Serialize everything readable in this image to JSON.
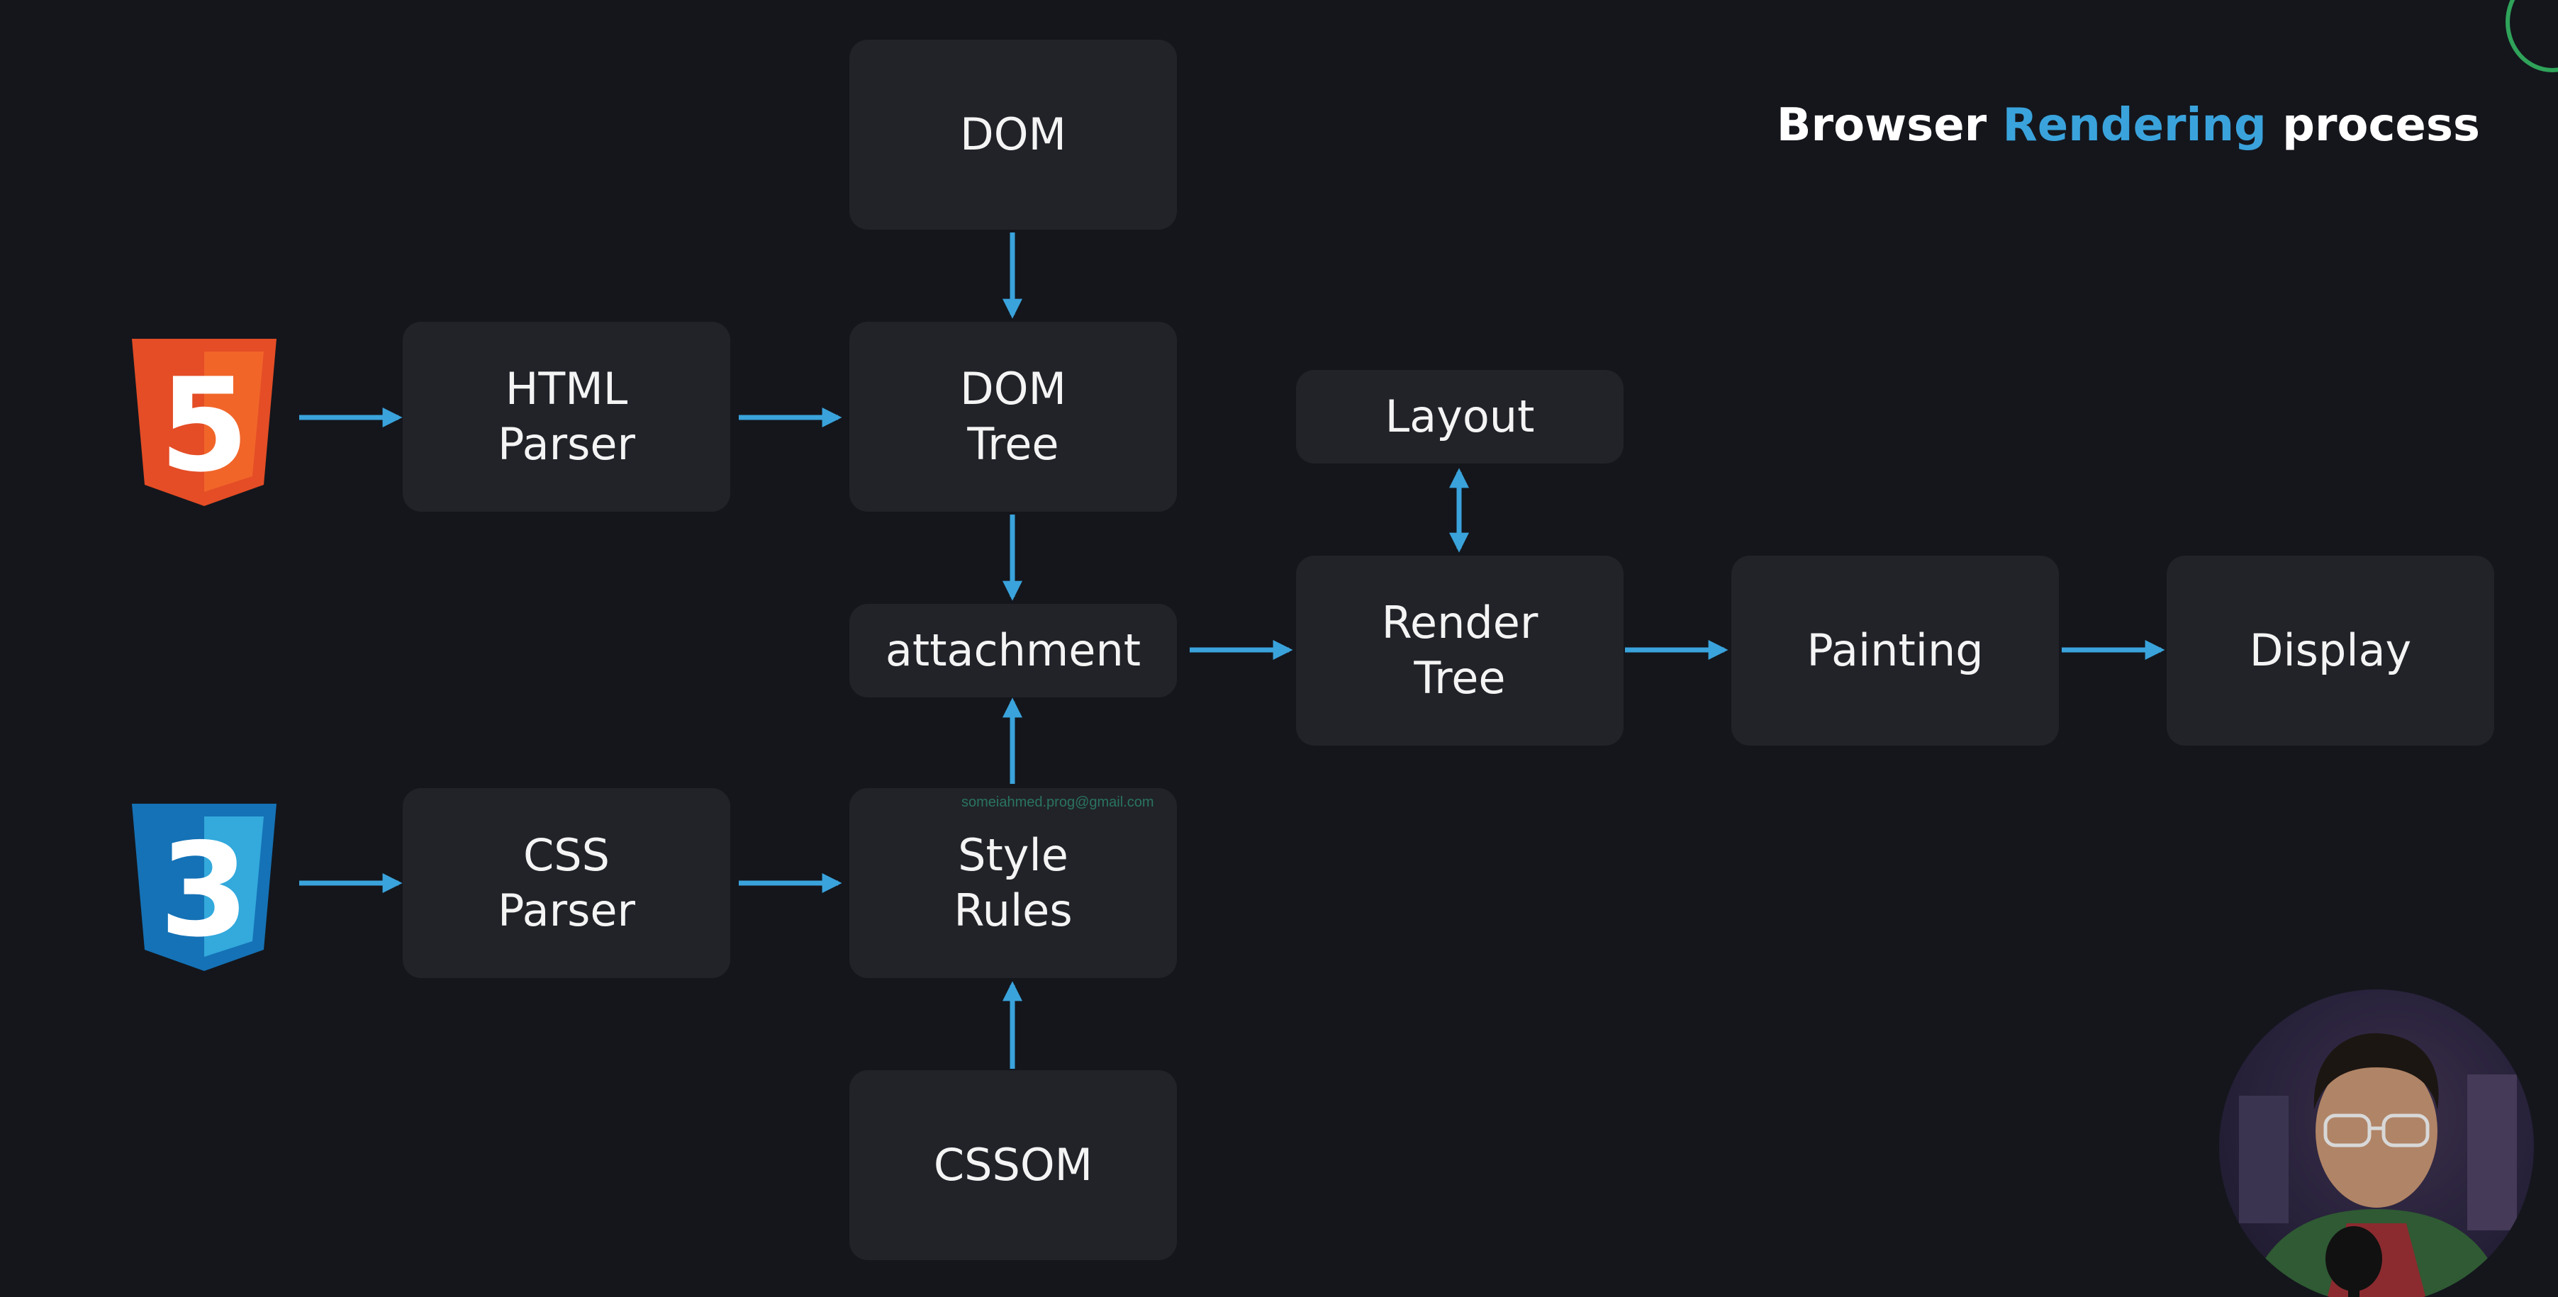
{
  "title": {
    "part1": "Browser",
    "highlight": "Rendering",
    "part2": "process"
  },
  "colors": {
    "accent": "#3aa3dc",
    "box": "#212329",
    "background": "#14161c",
    "html5": "#e44d26",
    "css3": "#2965f1"
  },
  "nodes": {
    "dom": "DOM",
    "html_parser": "HTML\nParser",
    "dom_tree": "DOM\nTree",
    "layout": "Layout",
    "attachment": "attachment",
    "render_tree": "Render\nTree",
    "painting": "Painting",
    "display": "Display",
    "css_parser": "CSS\nParser",
    "style_rules": "Style\nRules",
    "cssom": "CSSOM"
  },
  "logos": {
    "html5_digit": "5",
    "css3_digit": "3"
  },
  "watermark": "someiahmed.prog@gmail.com",
  "icons": {
    "presenter": "presenter-avatar",
    "corner": "channel-logo-icon"
  }
}
